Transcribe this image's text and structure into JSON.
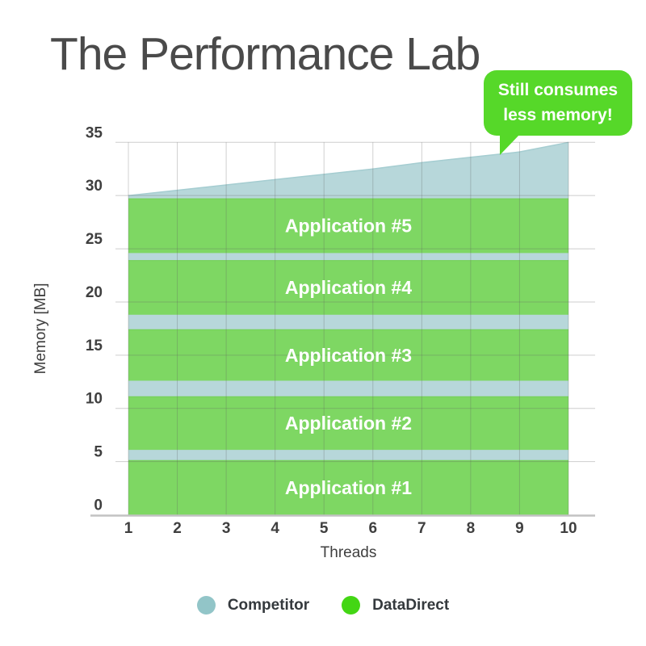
{
  "page": {
    "title": "The Performance Lab",
    "background": "#ffffff"
  },
  "callout": {
    "line1": "Still consumes",
    "line2": "less memory!",
    "bg_color": "#56d829",
    "text_color": "#ffffff"
  },
  "chart_data": {
    "type": "area",
    "title": "The Performance Lab",
    "xlabel": "Threads",
    "ylabel": "Memory [MB]",
    "x": [
      1,
      2,
      3,
      4,
      5,
      6,
      7,
      8,
      9,
      10
    ],
    "xlim": [
      1,
      10
    ],
    "ylim": [
      0,
      35
    ],
    "yticks": [
      0,
      5,
      10,
      15,
      20,
      25,
      30,
      35
    ],
    "grid": true,
    "series": [
      {
        "name": "Competitor",
        "type": "area",
        "color": "#b7d7da",
        "edge_color": "#a5cdd1",
        "values": [
          30,
          30.5,
          31,
          31.5,
          32,
          32.5,
          33.1,
          33.6,
          34.1,
          35
        ]
      },
      {
        "name": "DataDirect",
        "type": "stacked-bands",
        "color": "#7ed763",
        "edge_color": "#74d054",
        "label_color": "#ffffff",
        "bands": [
          {
            "label": "Application #1",
            "from": 0,
            "to": 5.1
          },
          {
            "label": "Application #2",
            "from": 6.1,
            "to": 11.1
          },
          {
            "label": "Application #3",
            "from": 12.6,
            "to": 17.4
          },
          {
            "label": "Application #4",
            "from": 18.8,
            "to": 23.9
          },
          {
            "label": "Application #5",
            "from": 24.6,
            "to": 29.7
          }
        ]
      }
    ],
    "legend": {
      "position": "bottom",
      "items": [
        {
          "label": "Competitor",
          "swatch_color": "#92c5c8"
        },
        {
          "label": "DataDirect",
          "swatch_color": "#43d614"
        }
      ]
    },
    "annotation": {
      "text": "Still consumes less memory!",
      "points_at_thread": 9
    },
    "style": {
      "gridline_color": "#cccccc",
      "axis_line_color": "#c2c2c2",
      "tick_text_color": "#3f3f3f",
      "title_color": "#4a4a4a",
      "legend_text_color": "#34393d",
      "background": "#ffffff"
    }
  }
}
